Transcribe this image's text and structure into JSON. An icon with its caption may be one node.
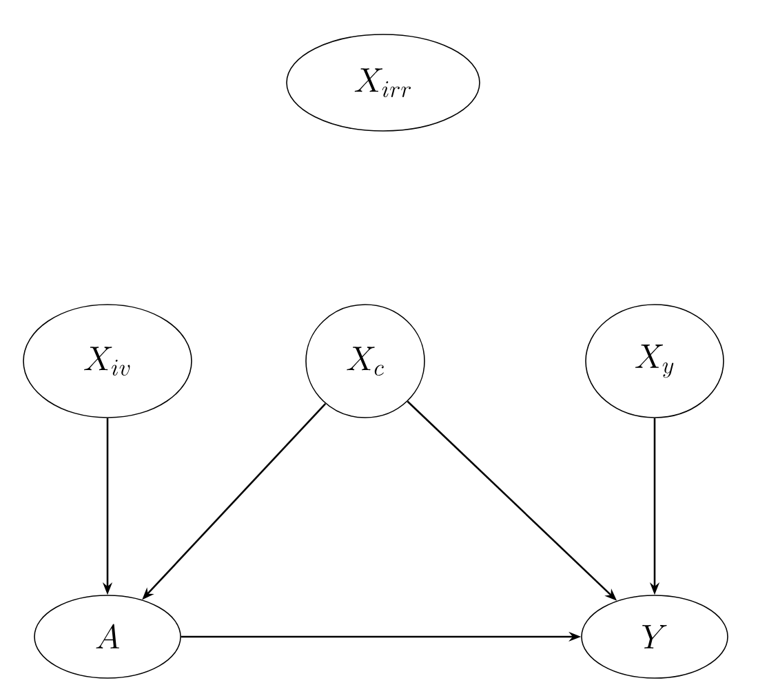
{
  "diagram": {
    "nodes": [
      {
        "text": [
          "X_{irr}"
        ]
      },
      {
        "text": [
          "X_{iv}"
        ]
      },
      {
        "text": [
          "X_c"
        ]
      },
      {
        "text": [
          "X_y"
        ]
      },
      {
        "text": [
          "A"
        ]
      },
      {
        "text": [
          "Y"
        ]
      }
    ],
    "edges": [
      {
        "from": 1,
        "to": 4,
        "arrow": "to"
      },
      {
        "from": 2,
        "to": 4,
        "arrow": "to"
      },
      {
        "from": 2,
        "to": 5,
        "arrow": "to"
      },
      {
        "from": 3,
        "to": 5,
        "arrow": "to"
      },
      {
        "from": 4,
        "to": 5,
        "arrow": "to"
      }
    ]
  }
}
